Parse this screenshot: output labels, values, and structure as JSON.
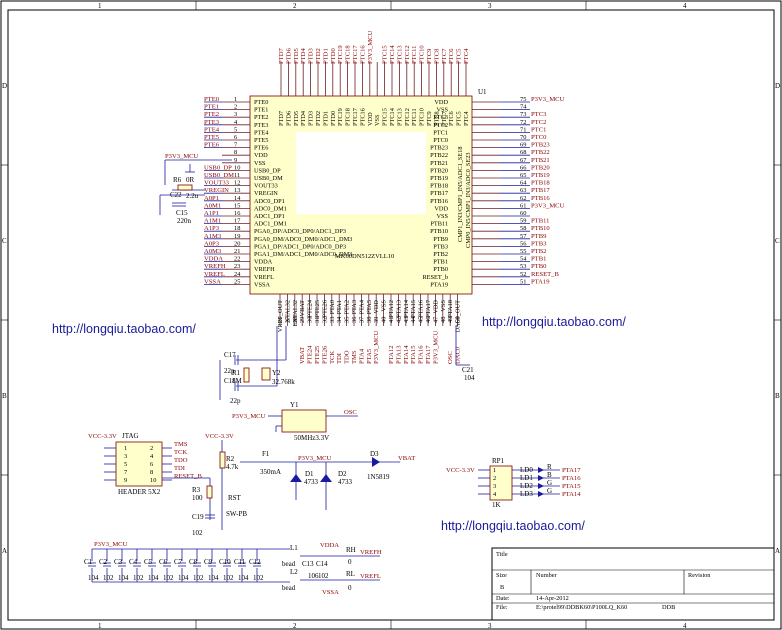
{
  "frame": {
    "columns": [
      "1",
      "2",
      "3",
      "4"
    ],
    "rows": [
      "D",
      "C",
      "B",
      "A"
    ]
  },
  "chip": {
    "ref": "U1",
    "part_number": "MK60DN512ZVLL10",
    "left_pins": [
      {
        "num": "1",
        "name": "PTE0",
        "net": "PTE0"
      },
      {
        "num": "2",
        "name": "PTE1",
        "net": "PTE1"
      },
      {
        "num": "3",
        "name": "PTE2",
        "net": "PTE2"
      },
      {
        "num": "4",
        "name": "PTE3",
        "net": "PTE3"
      },
      {
        "num": "5",
        "name": "PTE4",
        "net": "PTE4"
      },
      {
        "num": "6",
        "name": "PTE5",
        "net": "PTE5"
      },
      {
        "num": "7",
        "name": "PTE6",
        "net": "PTE6"
      },
      {
        "num": "8",
        "name": "VDD",
        "net": ""
      },
      {
        "num": "9",
        "name": "VSS",
        "net": ""
      },
      {
        "num": "10",
        "name": "USB0_DP",
        "net": "USB0_DP"
      },
      {
        "num": "11",
        "name": "USB0_DM",
        "net": "USB0_DM"
      },
      {
        "num": "12",
        "name": "VOUT33",
        "net": "VOUT33"
      },
      {
        "num": "13",
        "name": "VREGIN",
        "net": "VREGIN"
      },
      {
        "num": "14",
        "name": "ADC0_DP1",
        "net": "A0P1"
      },
      {
        "num": "15",
        "name": "ADC0_DM1",
        "net": "A0M1"
      },
      {
        "num": "16",
        "name": "ADC1_DP1",
        "net": "A1P1"
      },
      {
        "num": "17",
        "name": "ADC1_DM1",
        "net": "A1M1"
      },
      {
        "num": "18",
        "name": "PGA0_DP/ADC0_DP0/ADC1_DP3",
        "net": "A1P3"
      },
      {
        "num": "19",
        "name": "PGA0_DM/ADC0_DM0/ADC1_DM3",
        "net": "A1M3"
      },
      {
        "num": "20",
        "name": "PGA1_DP/ADC1_DP0/ADC0_DP3",
        "net": "A0P3"
      },
      {
        "num": "21",
        "name": "PGA1_DM/ADC1_DM0/ADC0_DM3",
        "net": "A0M3"
      },
      {
        "num": "22",
        "name": "VDDA",
        "net": "VDDA"
      },
      {
        "num": "23",
        "name": "VREFH",
        "net": "VREFH"
      },
      {
        "num": "24",
        "name": "VREFL",
        "net": "VREFL"
      },
      {
        "num": "25",
        "name": "VSSA",
        "net": "VSSA"
      }
    ],
    "right_pins": [
      {
        "num": "75",
        "name": "VDD",
        "net": "P3V3_MCU"
      },
      {
        "num": "74",
        "name": "VSS",
        "net": ""
      },
      {
        "num": "73",
        "name": "PTC3",
        "net": "PTC3"
      },
      {
        "num": "72",
        "name": "PTC2",
        "net": "PTC2"
      },
      {
        "num": "71",
        "name": "PTC1",
        "net": "PTC1"
      },
      {
        "num": "70",
        "name": "PTC0",
        "net": "PTC0"
      },
      {
        "num": "69",
        "name": "PTB23",
        "net": "PTB23"
      },
      {
        "num": "68",
        "name": "PTB22",
        "net": "PTB22"
      },
      {
        "num": "67",
        "name": "PTB21",
        "net": "PTB21"
      },
      {
        "num": "66",
        "name": "PTB20",
        "net": "PTB20"
      },
      {
        "num": "65",
        "name": "PTB19",
        "net": "PTB19"
      },
      {
        "num": "64",
        "name": "PTB18",
        "net": "PTB18"
      },
      {
        "num": "63",
        "name": "PTB17",
        "net": "PTB17"
      },
      {
        "num": "62",
        "name": "PTB16",
        "net": "PTB16"
      },
      {
        "num": "61",
        "name": "VDD",
        "net": "P3V3_MCU"
      },
      {
        "num": "60",
        "name": "VSS",
        "net": ""
      },
      {
        "num": "59",
        "name": "PTB11",
        "net": "PTB11"
      },
      {
        "num": "58",
        "name": "PTB10",
        "net": "PTB10"
      },
      {
        "num": "57",
        "name": "PTB9",
        "net": "PTB9"
      },
      {
        "num": "56",
        "name": "PTB3",
        "net": "PTB3"
      },
      {
        "num": "55",
        "name": "PTB2",
        "net": "PTB2"
      },
      {
        "num": "54",
        "name": "PTB1",
        "net": "PTB1"
      },
      {
        "num": "53",
        "name": "PTB0",
        "net": "PTB0"
      },
      {
        "num": "52",
        "name": "RESET_b",
        "net": "RESET_B"
      },
      {
        "num": "51",
        "name": "PTA19",
        "net": "PTA19"
      }
    ],
    "right_side_text": [
      "CMP1_IN3/CMP1_IN5/ADC1_SE18",
      "CMP0_IN5/CMP1_IN3/ADC0_SE23"
    ],
    "top_pins": [
      "PTD7",
      "PTD6",
      "PTD5",
      "PTD4",
      "PTD3",
      "PTD2",
      "PTD1",
      "PTD0",
      "PTC19",
      "PTC18",
      "PTC17",
      "PTC16",
      "VDD",
      "VSS",
      "PTC15",
      "PTC14",
      "PTC13",
      "PTC12",
      "PTC11",
      "PTC10",
      "PTC9",
      "PTC8",
      "PTC7",
      "PTC6",
      "PTC5",
      "PTC4"
    ],
    "top_nets": [
      "PTD7",
      "PTD6",
      "PTD5",
      "PTD4",
      "PTD3",
      "PTD2",
      "PTD1",
      "PTD0",
      "PTC19",
      "PTC18",
      "PTC17",
      "PTC16",
      "P3V3_MCU",
      "",
      "PTC15",
      "PTC14",
      "PTC13",
      "PTC12",
      "PTC11",
      "PTC10",
      "PTC9",
      "PTC8",
      "PTC7",
      "PTC6",
      "PTC5",
      "PTC4"
    ],
    "bottom_pins": [
      "VREF_OUT",
      "XTAL32",
      "EXTAL32",
      "VBAT",
      "PTE24",
      "PTE25",
      "PTE26",
      "PTA0",
      "PTA1",
      "PTA2",
      "PTA3",
      "PTA4",
      "PTA5",
      "VDD",
      "VSS",
      "PTA12",
      "PTA13",
      "PTA14",
      "PTA15",
      "PTA16",
      "PTA17",
      "VDD",
      "VSS",
      "PTA18",
      "DAC0_OUT"
    ],
    "bottom_nums": [
      "26",
      "27",
      "28",
      "29",
      "30",
      "31",
      "32",
      "33",
      "34",
      "35",
      "36",
      "37",
      "38",
      "39",
      "40",
      "41",
      "42",
      "43",
      "44",
      "45",
      "46",
      "47",
      "48",
      "49",
      "50"
    ],
    "bottom_nets": [
      "",
      "",
      "",
      "VBAT",
      "PTE24",
      "PTE25",
      "PTE26",
      "TCK",
      "TDI",
      "TDO",
      "TMS",
      "PTA4",
      "PTA5",
      "P3V3_MCU",
      "",
      "PTA12",
      "PTA13",
      "PTA14",
      "PTA15",
      "PTA16",
      "PTA17",
      "P3V3_MCU",
      "",
      "OSC",
      "DAC0"
    ]
  },
  "urls": {
    "left": "http://longqiu.taobao.com/",
    "right": "http://longqiu.taobao.com/",
    "bottom": "http://longqiu.taobao.com/"
  },
  "labels": {
    "p3v3_mcu": "P3V3_MCU",
    "vcc33": "VCC-3.3V",
    "vbat": "VBAT",
    "osc": "OSC",
    "vdda": "VDDA",
    "vssa": "VSSA",
    "vrefh": "VREFH",
    "vrefl": "VREFL",
    "tms": "TMS",
    "tck": "TCK",
    "tdo": "TDO",
    "tdi": "TDI",
    "reset_b": "RESET_B"
  },
  "components": {
    "r6": "R6",
    "r6_val": "0R",
    "c22": "C22",
    "c22_val": "2.2u",
    "c15": "C15",
    "c15_val": "220n",
    "c17": "C17",
    "c17_val": "22p",
    "c18": "C18",
    "c18_val": "22p",
    "r1": "R1",
    "r1_val": "1M",
    "y2": "Y2",
    "y2_val": "32.768k",
    "y1": "Y1",
    "y1_val": "50MHz3.3V",
    "c21": "C21",
    "c21_val": "104",
    "jtag": "JTAG",
    "jtag_part": "HEADER 5X2",
    "r2": "R2",
    "r2_val": "4.7k",
    "r3": "R3",
    "r3_val": "100",
    "rst": "RST",
    "rst_part": "SW-PB",
    "c19": "C19",
    "c19_val": "102",
    "f1": "F1",
    "f1_val": "350mA",
    "d1": "D1",
    "d1_val": "4733",
    "d2": "D2",
    "d2_val": "4733",
    "d3": "D3",
    "d3_val": "1N5819",
    "rp1": "RP1",
    "rp1_val": "1K",
    "leds": [
      "LD0",
      "LD1",
      "LD2",
      "LD3"
    ],
    "led_colors": [
      "R",
      "B",
      "G",
      "G"
    ],
    "led_nets": [
      "PTA17",
      "PTA16",
      "PTA15",
      "PTA14"
    ],
    "caps": [
      "C1",
      "C2",
      "C3",
      "C4",
      "C5",
      "C6",
      "C7",
      "C8",
      "C9",
      "C10",
      "C11",
      "C12"
    ],
    "cap_vals": [
      "104",
      "102",
      "104",
      "102",
      "104",
      "102",
      "104",
      "102",
      "104",
      "102",
      "104",
      "102"
    ],
    "l1": "L1",
    "l1_val": "bead",
    "l2": "L2",
    "l2_val": "bead",
    "c13": "C13",
    "c13_val": "106",
    "c14": "C14",
    "c14_val": "102",
    "rh": "RH",
    "rh_val": "0",
    "rl": "RL",
    "rl_val": "0"
  },
  "title_block": {
    "title_label": "Title",
    "size_label": "Size",
    "size": "B",
    "number_label": "Number",
    "revision_label": "Revision",
    "date_label": "Date:",
    "date": "14-Apr-2012",
    "file_label": "File:",
    "file": "E:\\protel99\\DDBK60\\P100LQ_K60",
    "file_suffix": "DDB"
  },
  "colors": {
    "wire": "#1a1aa0",
    "net_label": "#8b0000",
    "part_fill": "#ffffcc"
  }
}
